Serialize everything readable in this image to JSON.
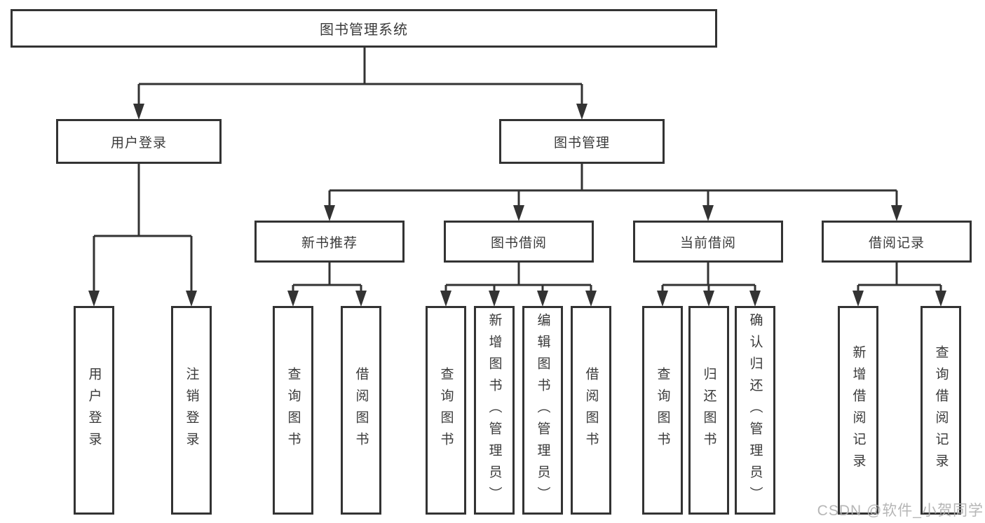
{
  "tree": {
    "root": {
      "label": "图书管理系统",
      "children": [
        {
          "label": "用户登录",
          "children": [
            {
              "label": "用户登录"
            },
            {
              "label": "注销登录"
            }
          ]
        },
        {
          "label": "图书管理",
          "children": [
            {
              "label": "新书推荐",
              "children": [
                {
                  "label": "查询图书"
                },
                {
                  "label": "借阅图书"
                }
              ]
            },
            {
              "label": "图书借阅",
              "children": [
                {
                  "label": "查询图书"
                },
                {
                  "label": "新增图书（管理员）"
                },
                {
                  "label": "编辑图书（管理员）"
                },
                {
                  "label": "借阅图书"
                }
              ]
            },
            {
              "label": "当前借阅",
              "children": [
                {
                  "label": "查询图书"
                },
                {
                  "label": "归还图书"
                },
                {
                  "label": "确认归还（管理员）"
                }
              ]
            },
            {
              "label": "借阅记录",
              "children": [
                {
                  "label": "新增借阅记录"
                },
                {
                  "label": "查询借阅记录"
                }
              ]
            }
          ]
        }
      ]
    }
  },
  "watermark": {
    "text": "CSDN @软件_小贺同学"
  },
  "colors": {
    "line": "#333333",
    "text": "#3a3a3a",
    "background": "#ffffff",
    "watermark": "#b0b0b0"
  }
}
